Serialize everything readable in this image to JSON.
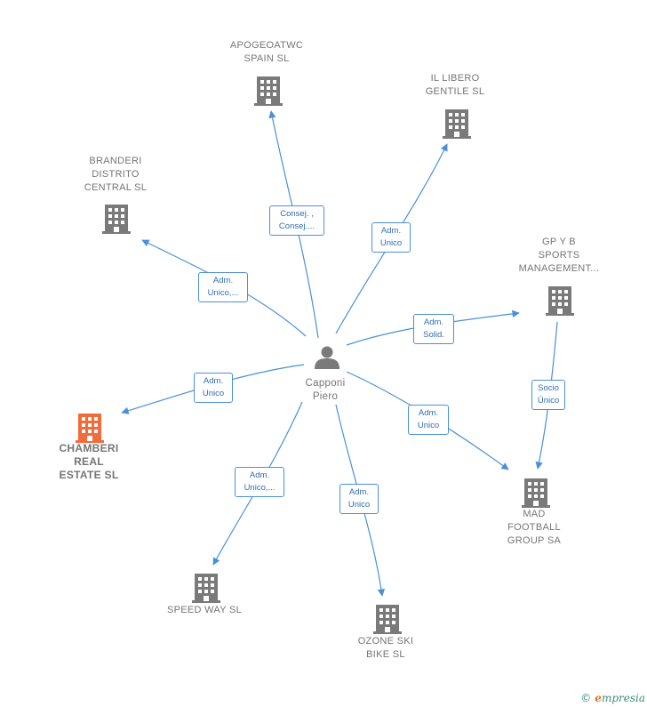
{
  "center": {
    "name": "Capponi\nPiero",
    "icon": "person-icon"
  },
  "companies": [
    {
      "id": "apogeoatwc",
      "name": "APOGEOATWC\nSPAIN  SL",
      "icon": "building-icon",
      "highlight": false
    },
    {
      "id": "il-libero",
      "name": "IL LIBERO\nGENTILE  SL",
      "icon": "building-icon",
      "highlight": false
    },
    {
      "id": "branderi",
      "name": "BRANDERI\nDISTRITO\nCENTRAL  SL",
      "icon": "building-icon",
      "highlight": false
    },
    {
      "id": "gp-y-b",
      "name": "GP Y B\nSPORTS\nMANAGEMENT...",
      "icon": "building-icon",
      "highlight": false
    },
    {
      "id": "chamberi",
      "name": "CHAMBERI\nREAL\nESTATE  SL",
      "icon": "building-icon",
      "highlight": true
    },
    {
      "id": "mad-football",
      "name": "MAD\nFOOTBALL\nGROUP SA",
      "icon": "building-icon",
      "highlight": false
    },
    {
      "id": "speed-way",
      "name": "SPEED WAY SL",
      "icon": "building-icon",
      "highlight": false
    },
    {
      "id": "ozone-ski",
      "name": "OZONE SKI\nBIKE  SL",
      "icon": "building-icon",
      "highlight": false
    }
  ],
  "relations": [
    {
      "from": "center",
      "to": "apogeoatwc",
      "label": "Consej. ,\nConsej...."
    },
    {
      "from": "center",
      "to": "il-libero",
      "label": "Adm.\nUnico"
    },
    {
      "from": "center",
      "to": "branderi",
      "label": "Adm.\nUnico,..."
    },
    {
      "from": "center",
      "to": "gp-y-b",
      "label": "Adm.\nSolid."
    },
    {
      "from": "center",
      "to": "chamberi",
      "label": "Adm.\nUnico"
    },
    {
      "from": "center",
      "to": "mad-football",
      "label": "Adm.\nUnico"
    },
    {
      "from": "center",
      "to": "speed-way",
      "label": "Adm.\nUnico,..."
    },
    {
      "from": "center",
      "to": "ozone-ski",
      "label": "Adm.\nUnico"
    },
    {
      "from": "gp-y-b",
      "to": "mad-football",
      "label": "Socio\nÚnico"
    }
  ],
  "colors": {
    "edge": "#4a90d9",
    "node": "#7a7a7a",
    "highlight": "#f26b3a",
    "edge_text": "#2f6db5"
  },
  "brand": {
    "copyright": "©",
    "first_letter": "e",
    "rest": "mpresia"
  }
}
